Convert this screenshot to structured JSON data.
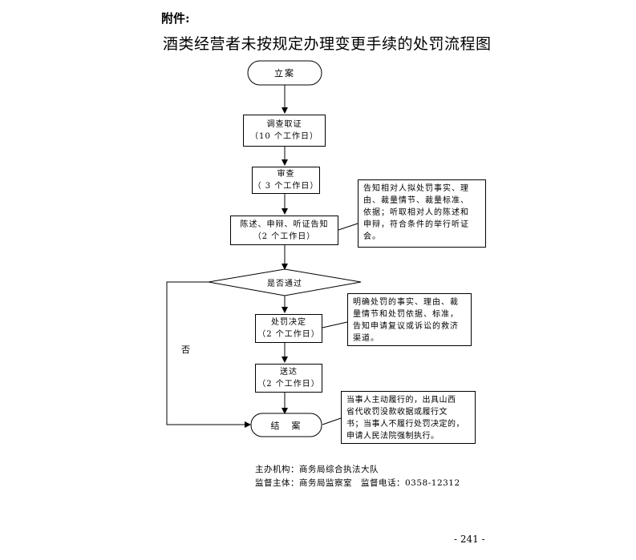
{
  "attachment_label": "附件:",
  "title": "酒类经营者未按规定办理变更手续的处罚流程图",
  "steps": {
    "start": "立案",
    "investigate": {
      "line1": "调查取证",
      "line2": "（10 个工作日）"
    },
    "review": {
      "line1": "审查",
      "line2": "（ 3 个工作日）"
    },
    "notify": {
      "line1": "陈述、申辩、听证告知",
      "line2": "（2 个工作日）"
    },
    "decision_diamond": "是否通过",
    "penalty": {
      "line1": "处罚决定",
      "line2": "（2 个工作日）"
    },
    "deliver": {
      "line1": "送达",
      "line2": "（2 个工作日）"
    },
    "close": "结　案"
  },
  "no_label": "否",
  "notes": {
    "notify": [
      "告知相对人拟处罚事实、理",
      "由、裁量情节、裁量标准、",
      "依据；听取相对人的陈述和",
      "申辩，符合条件的举行听证",
      "会。"
    ],
    "penalty": [
      "明确处罚的事实、理由、裁",
      "量情节和处罚依据、标准，",
      "告知申请复议或诉讼的救济",
      "渠道。"
    ],
    "close": [
      "当事人主动履行的，出具山西",
      "省代收罚没款收据或履行文",
      "书；当事人不履行处罚决定的，",
      "申请人民法院强制执行。"
    ]
  },
  "footer": {
    "host": "主办机构：商务局综合执法大队",
    "supervisor": "监督主体：商务局监察室　监督电话：0358-12312"
  },
  "page_number": "- 241 -"
}
